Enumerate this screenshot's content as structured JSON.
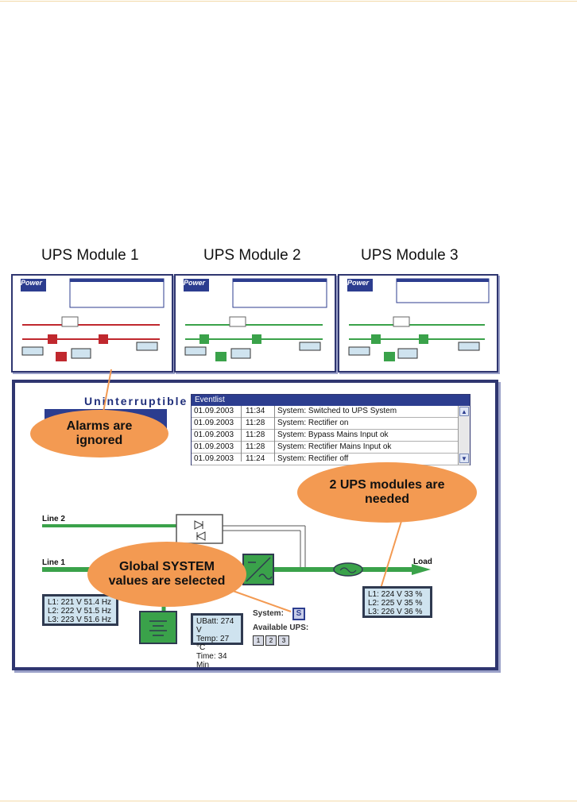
{
  "modules": [
    {
      "title": "UPS Module 1",
      "logo": "Power",
      "state": "alarm",
      "accent": "#c0282e"
    },
    {
      "title": "UPS Module 2",
      "logo": "Power",
      "state": "ok",
      "accent": "#3aa24a"
    },
    {
      "title": "UPS Module 3",
      "logo": "Power",
      "state": "ok",
      "accent": "#3aa24a"
    }
  ],
  "logo_text": "Uninterruptible",
  "eventlist": {
    "title": "Eventlist",
    "rows": [
      {
        "date": "01.09.2003",
        "time": "11:34",
        "text": "System: Switched to UPS System"
      },
      {
        "date": "01.09.2003",
        "time": "11:28",
        "text": "System: Rectifier on"
      },
      {
        "date": "01.09.2003",
        "time": "11:28",
        "text": "System: Bypass Mains Input ok"
      },
      {
        "date": "01.09.2003",
        "time": "11:28",
        "text": "System: Rectifier Mains Input ok"
      },
      {
        "date": "01.09.2003",
        "time": "11:24",
        "text": "System: Rectifier off"
      }
    ]
  },
  "lines": {
    "line2": "Line 2",
    "line1": "Line 1",
    "load": "Load"
  },
  "input_readout": {
    "l1": "L1:  221 V  51.4 Hz",
    "l2": "L2:  222 V  51.5 Hz",
    "l3": "L3:  223 V  51.6 Hz"
  },
  "battery_readout": {
    "ubatt": "UBatt: 274 V",
    "temp": "Temp:  27 °C",
    "time": "Time:   34 Min"
  },
  "output_readout": {
    "l1": "L1:  224 V    33 %",
    "l2": "L2:  225 V    35 %",
    "l3": "L3:  226 V    36 %"
  },
  "system": {
    "label": "System:",
    "selected": "S",
    "available_label": "Available UPS:",
    "ups_buttons": [
      "1",
      "2",
      "3"
    ]
  },
  "callouts": {
    "alarms": "Alarms are ignored",
    "needed": "2 UPS modules are needed",
    "global": "Global SYSTEM values are selected"
  },
  "colors": {
    "frame": "#2f3670",
    "line_green": "#3aa24a",
    "alarm_red": "#c0282e",
    "callout_orange": "#f39a52",
    "header_blue": "#2c3d8f"
  }
}
